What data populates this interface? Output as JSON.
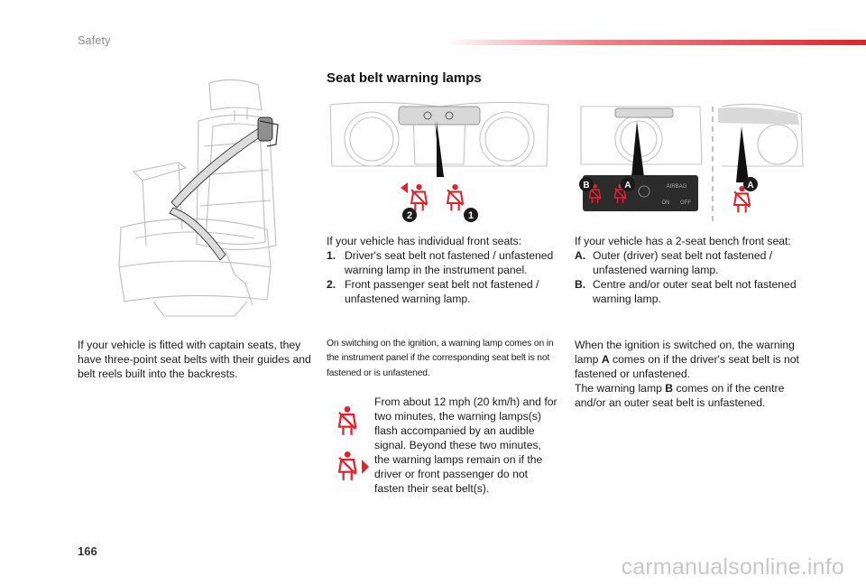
{
  "header": {
    "section": "Safety"
  },
  "heading": "Seat belt warning lamps",
  "captain": {
    "text": "If your vehicle is fitted with captain seats, they have three-point seat belts with their guides and belt reels built into the backrests."
  },
  "individual": {
    "intro": "If your vehicle has individual front seats:",
    "items": [
      {
        "num": "1.",
        "text": "Driver's seat belt not fastened / unfastened warning lamp in the instrument panel."
      },
      {
        "num": "2.",
        "text": "Front passenger seat belt not fastened / unfastened warning lamp."
      }
    ],
    "callouts": [
      "2",
      "1"
    ]
  },
  "bench": {
    "intro": "If your vehicle has a 2-seat bench front seat:",
    "items": [
      {
        "num": "A.",
        "text": "Outer (driver) seat belt not fastened / unfastened warning lamp."
      },
      {
        "num": "B.",
        "text": "Centre and/or outer seat belt not fastened warning lamp."
      }
    ],
    "callouts": [
      "B",
      "A",
      "A"
    ],
    "panel_text": [
      "AIRBAG",
      "ON",
      "OFF"
    ]
  },
  "ignition_note": "On switching on the ignition, a warning lamp comes on in the instrument panel if the corresponding seat belt is not fastened or is unfastened.",
  "flash_note": "From about 12 mph (20 km/h) and for two minutes, the warning lamps(s) flash accompanied by an audible signal. Beyond these two minutes, the warning lamps remain on if the driver or front passenger do not fasten their seat belt(s).",
  "ignition_bench": {
    "line1_pre": "When the ignition is switched on, the warning lamp ",
    "lamp_a": "A",
    "line1_post": " comes on if the driver's seat belt is not fastened or unfastened.",
    "line2_pre": "The warning lamp ",
    "lamp_b": "B",
    "line2_post": " comes on if the centre and/or an outer seat belt is unfastened."
  },
  "page_number": "166",
  "watermark": "carmanualsonline.info",
  "colors": {
    "accent_red": "#e0232d",
    "callout_dark": "#1a1a1a",
    "line_gray": "#b5b5b5"
  },
  "icons": [
    "seat-belt-warning-icon",
    "seat-illustration",
    "instrument-panel-illustration"
  ]
}
